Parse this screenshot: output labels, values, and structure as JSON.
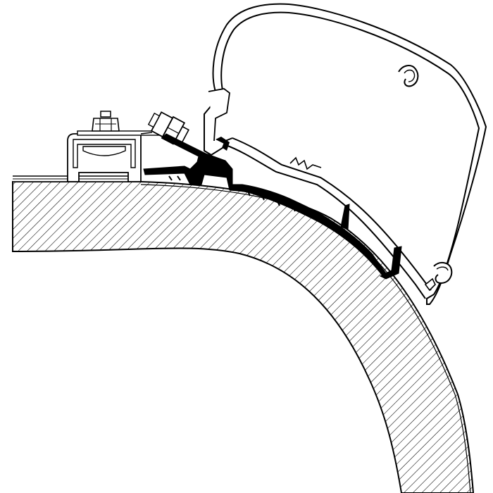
{
  "diagram": {
    "subject": "awning-rail-adapter-cross-section",
    "colors": {
      "outline": "#000000",
      "fill": "#ffffff",
      "adapter": "#000000",
      "hatch": "#000000"
    },
    "parts": [
      {
        "id": "roof-body",
        "shading": "diagonal-hatch"
      },
      {
        "id": "awning-cassette"
      },
      {
        "id": "cassette-front-hook"
      },
      {
        "id": "cassette-bottom-hook"
      },
      {
        "id": "roof-rail"
      },
      {
        "id": "rail-clamp-bracket"
      },
      {
        "id": "nut-bolt"
      },
      {
        "id": "angled-bolt"
      },
      {
        "id": "adapter-profile",
        "shading": "solid-black"
      }
    ]
  }
}
